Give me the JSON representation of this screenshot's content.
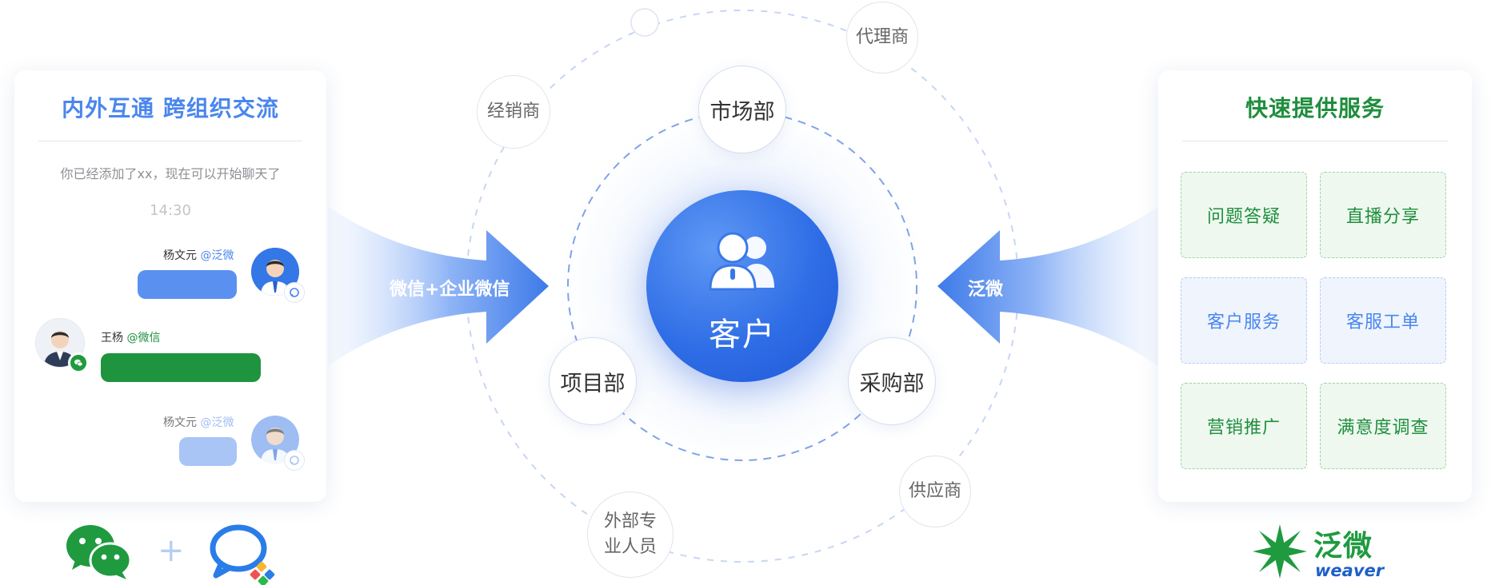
{
  "left_panel": {
    "title": "内外互通 跨组织交流",
    "system_message": "你已经添加了xx，现在可以开始聊天了",
    "time": "14:30",
    "messages": [
      {
        "sender": "杨文元",
        "handle": "@泛微"
      },
      {
        "sender": "王杨",
        "handle": "@微信"
      },
      {
        "sender": "杨文元",
        "handle": "@泛微"
      }
    ],
    "plus_sign": "+"
  },
  "left_arrow": {
    "label": "微信+企业微信"
  },
  "right_arrow": {
    "label": "泛微"
  },
  "center": {
    "label": "客户"
  },
  "inner_nodes": [
    "市场部",
    "项目部",
    "采购部"
  ],
  "outer_nodes": {
    "dealer": "经销商",
    "agent": "代理商",
    "supplier": "供应商",
    "external_line1": "外部专",
    "external_line2": "业人员"
  },
  "right_panel": {
    "title": "快速提供服务",
    "services": [
      "问题答疑",
      "直播分享",
      "客户服务",
      "客服工单",
      "营销推广",
      "满意度调查"
    ]
  },
  "logo": {
    "brand_cn": "泛微",
    "brand_en": "weaver"
  },
  "colors": {
    "brand_blue": "#4a86ee",
    "brand_green": "#1f8e3d",
    "center_blue": "#2f6ee6"
  }
}
